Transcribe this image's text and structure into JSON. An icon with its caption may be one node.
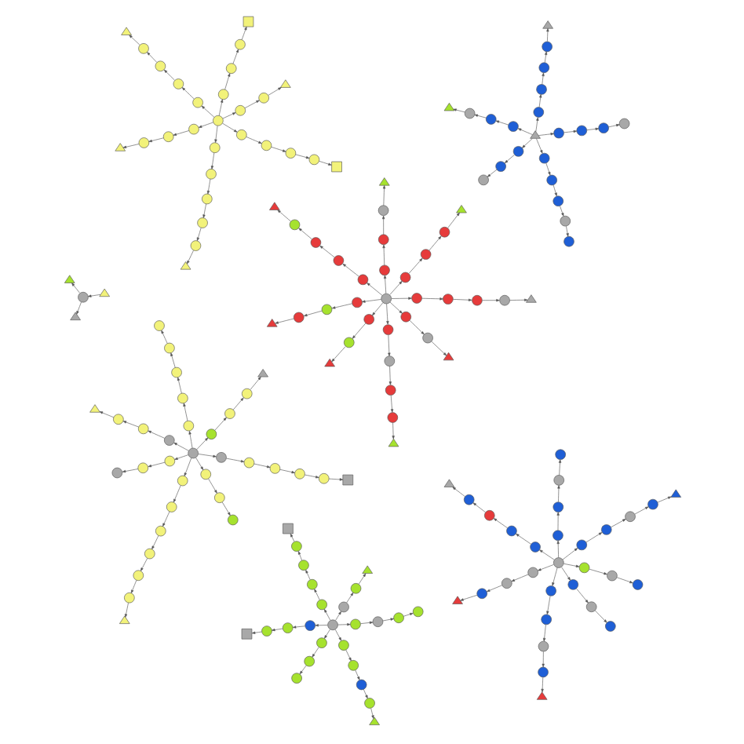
{
  "diagram": {
    "nodes": [
      {
        "text": [],
        "shape": "circle"
      },
      {
        "text": [],
        "shape": "circle"
      },
      {
        "text": [],
        "shape": "circle"
      },
      {
        "text": [],
        "shape": "circle"
      },
      {
        "text": [],
        "shape": "circle"
      },
      {
        "text": [],
        "shape": "triangle"
      },
      {
        "text": [],
        "shape": "circle"
      },
      {
        "text": [],
        "shape": "circle"
      },
      {
        "text": [],
        "shape": "circle"
      },
      {
        "text": [],
        "shape": "circle"
      },
      {
        "text": [],
        "shape": "circle"
      },
      {
        "text": [],
        "shape": "triangle"
      },
      {
        "text": [],
        "shape": "circle"
      },
      {
        "text": [],
        "shape": "circle"
      },
      {
        "text": [],
        "shape": "circle"
      },
      {
        "text": [],
        "shape": "circle"
      },
      {
        "text": [],
        "shape": "box"
      },
      {
        "text": [],
        "shape": "circle"
      },
      {
        "text": [],
        "shape": "circle"
      },
      {
        "text": [],
        "shape": "circle"
      },
      {
        "text": [],
        "shape": "triangle"
      },
      {
        "text": [],
        "shape": "circle"
      },
      {
        "text": [],
        "shape": "circle"
      },
      {
        "text": [],
        "shape": "circle"
      },
      {
        "text": [],
        "shape": "box"
      },
      {
        "text": [],
        "shape": "circle"
      },
      {
        "text": [],
        "shape": "circle"
      },
      {
        "text": [],
        "shape": "triangle"
      },
      {
        "text": [],
        "shape": "circle"
      },
      {
        "text": [],
        "shape": "triangle"
      },
      {
        "text": [],
        "shape": "triangle"
      },
      {
        "text": [],
        "shape": "triangle"
      },
      {
        "text": [],
        "shape": "circle"
      },
      {
        "text": [],
        "shape": "circle"
      },
      {
        "text": [],
        "shape": "circle"
      },
      {
        "text": [],
        "shape": "circle"
      },
      {
        "text": [],
        "shape": "circle"
      },
      {
        "text": [],
        "shape": "triangle"
      },
      {
        "text": [],
        "shape": "circle"
      },
      {
        "text": [],
        "shape": "circle"
      },
      {
        "text": [],
        "shape": "circle"
      },
      {
        "text": [],
        "shape": "circle"
      },
      {
        "text": [],
        "shape": "triangle"
      },
      {
        "text": [],
        "shape": "circle"
      },
      {
        "text": [],
        "shape": "circle"
      },
      {
        "text": [],
        "shape": "circle"
      },
      {
        "text": [],
        "shape": "circle"
      },
      {
        "text": [],
        "shape": "triangle"
      },
      {
        "text": [],
        "shape": "circle"
      },
      {
        "text": [],
        "shape": "circle"
      },
      {
        "text": [],
        "shape": "circle"
      },
      {
        "text": [],
        "shape": "triangle"
      },
      {
        "text": [],
        "shape": "circle"
      },
      {
        "text": [],
        "shape": "circle"
      },
      {
        "text": [],
        "shape": "circle"
      },
      {
        "text": [],
        "shape": "circle"
      },
      {
        "text": [],
        "shape": "circle"
      },
      {
        "text": [],
        "shape": "circle"
      },
      {
        "text": [],
        "shape": "circle"
      },
      {
        "text": [],
        "shape": "circle"
      },
      {
        "text": [],
        "shape": "circle"
      },
      {
        "text": [],
        "shape": "circle"
      },
      {
        "text": [],
        "shape": "triangle"
      },
      {
        "text": [],
        "shape": "circle"
      },
      {
        "text": [],
        "shape": "circle"
      },
      {
        "text": [],
        "shape": "circle"
      },
      {
        "text": [],
        "shape": "circle"
      },
      {
        "text": [],
        "shape": "triangle"
      },
      {
        "text": [],
        "shape": "circle"
      },
      {
        "text": [],
        "shape": "circle"
      },
      {
        "text": [],
        "shape": "circle"
      },
      {
        "text": [],
        "shape": "circle"
      },
      {
        "text": [],
        "shape": "circle"
      },
      {
        "text": [],
        "shape": "circle"
      },
      {
        "text": [],
        "shape": "circle"
      },
      {
        "text": [],
        "shape": "circle"
      },
      {
        "text": [],
        "shape": "circle"
      },
      {
        "text": [],
        "shape": "circle"
      },
      {
        "text": [],
        "shape": "circle"
      },
      {
        "text": [],
        "shape": "circle"
      },
      {
        "text": [],
        "shape": "triangle"
      },
      {
        "text": [],
        "shape": "circle"
      },
      {
        "text": [],
        "shape": "circle"
      },
      {
        "text": [],
        "shape": "circle"
      },
      {
        "text": [],
        "shape": "circle"
      },
      {
        "text": [],
        "shape": "circle"
      },
      {
        "text": [],
        "shape": "circle"
      },
      {
        "text": [],
        "shape": "circle"
      },
      {
        "text": [],
        "shape": "circle"
      },
      {
        "text": [],
        "shape": "circle"
      },
      {
        "text": [],
        "shape": "circle"
      },
      {
        "text": [],
        "shape": "triangle"
      },
      {
        "text": [],
        "shape": "circle"
      },
      {
        "text": [],
        "shape": "circle"
      },
      {
        "text": [],
        "shape": "circle"
      },
      {
        "text": [],
        "shape": "circle"
      },
      {
        "text": [],
        "shape": "circle"
      },
      {
        "text": [],
        "shape": "box"
      },
      {
        "text": [],
        "shape": "circle"
      },
      {
        "text": [],
        "shape": "circle"
      },
      {
        "text": [],
        "shape": "circle"
      },
      {
        "text": [],
        "shape": "circle"
      },
      {
        "text": [],
        "shape": "circle"
      },
      {
        "text": [],
        "shape": "circle"
      },
      {
        "text": [],
        "shape": "circle"
      },
      {
        "text": [],
        "shape": "circle"
      },
      {
        "text": [],
        "shape": "triangle"
      },
      {
        "text": [],
        "shape": "circle"
      },
      {
        "text": [],
        "shape": "circle"
      },
      {
        "text": [],
        "shape": "circle"
      },
      {
        "text": [],
        "shape": "triangle"
      },
      {
        "text": [],
        "shape": "circle"
      },
      {
        "text": [],
        "shape": "circle"
      },
      {
        "text": [],
        "shape": "circle"
      },
      {
        "text": [],
        "shape": "circle"
      },
      {
        "text": [],
        "shape": "circle"
      },
      {
        "text": [],
        "shape": "circle"
      },
      {
        "text": [],
        "shape": "circle"
      },
      {
        "text": [],
        "shape": "circle"
      },
      {
        "text": [],
        "shape": "circle"
      },
      {
        "text": [],
        "shape": "circle"
      },
      {
        "text": [],
        "shape": "circle"
      },
      {
        "text": [],
        "shape": "box"
      },
      {
        "text": [],
        "shape": "circle"
      },
      {
        "text": [],
        "shape": "circle"
      },
      {
        "text": [],
        "shape": "circle"
      },
      {
        "text": [],
        "shape": "circle"
      },
      {
        "text": [],
        "shape": "triangle"
      },
      {
        "text": [],
        "shape": "circle"
      },
      {
        "text": [],
        "shape": "circle"
      },
      {
        "text": [],
        "shape": "circle"
      },
      {
        "text": [],
        "shape": "circle"
      },
      {
        "text": [],
        "shape": "circle"
      },
      {
        "text": [],
        "shape": "circle"
      },
      {
        "text": [],
        "shape": "circle"
      },
      {
        "text": [],
        "shape": "box"
      },
      {
        "text": [],
        "shape": "circle"
      },
      {
        "text": [],
        "shape": "circle"
      },
      {
        "text": [],
        "shape": "circle"
      },
      {
        "text": [],
        "shape": "circle"
      },
      {
        "text": [],
        "shape": "circle"
      },
      {
        "text": [],
        "shape": "triangle"
      },
      {
        "text": [],
        "shape": "circle"
      },
      {
        "text": [],
        "shape": "circle"
      },
      {
        "text": [],
        "shape": "circle"
      },
      {
        "text": [],
        "shape": "circle"
      },
      {
        "text": [],
        "shape": "circle"
      },
      {
        "text": [],
        "shape": "triangle"
      },
      {
        "text": [],
        "shape": "circle"
      },
      {
        "text": [],
        "shape": "circle"
      },
      {
        "text": [],
        "shape": "circle"
      },
      {
        "text": [],
        "shape": "circle"
      },
      {
        "text": [],
        "shape": "triangle"
      },
      {
        "text": [],
        "shape": "circle"
      },
      {
        "text": [],
        "shape": "circle"
      },
      {
        "text": [],
        "shape": "circle"
      },
      {
        "text": [],
        "shape": "circle"
      },
      {
        "text": [],
        "shape": "triangle"
      },
      {
        "text": [],
        "shape": "circle"
      },
      {
        "text": [],
        "shape": "circle"
      },
      {
        "text": [],
        "shape": "circle"
      },
      {
        "text": [],
        "shape": "triangle"
      },
      {
        "text": [],
        "shape": "circle"
      },
      {
        "text": [],
        "shape": "circle"
      },
      {
        "text": [],
        "shape": "circle"
      },
      {
        "text": [],
        "shape": "triangle"
      },
      {
        "text": [],
        "shape": "circle"
      },
      {
        "text": [],
        "shape": "circle"
      },
      {
        "text": [],
        "shape": "circle"
      },
      {
        "text": [],
        "shape": "triangle"
      },
      {
        "text": [],
        "shape": "circle"
      },
      {
        "text": [],
        "shape": "circle"
      },
      {
        "text": [],
        "shape": "triangle"
      },
      {
        "text": [],
        "shape": "circle"
      },
      {
        "text": [],
        "shape": "circle"
      },
      {
        "text": [],
        "shape": "triangle"
      }
    ],
    "edges": [
      {
        "from": 0,
        "to": 1,
        "arrow": "to"
      },
      {
        "from": 1,
        "to": 2,
        "arrow": "to"
      },
      {
        "from": 2,
        "to": 3,
        "arrow": "to"
      },
      {
        "from": 3,
        "to": 4,
        "arrow": "to"
      },
      {
        "from": 4,
        "to": 5,
        "arrow": "to"
      },
      {
        "from": 0,
        "to": 6,
        "arrow": "to"
      },
      {
        "from": 6,
        "to": 7,
        "arrow": "to"
      },
      {
        "from": 7,
        "to": 8,
        "arrow": "to"
      },
      {
        "from": 8,
        "to": 9,
        "arrow": "to"
      },
      {
        "from": 9,
        "to": 10,
        "arrow": "to"
      },
      {
        "from": 10,
        "to": 11,
        "arrow": "to"
      },
      {
        "from": 0,
        "to": 12,
        "arrow": "to"
      },
      {
        "from": 12,
        "to": 13,
        "arrow": "to"
      },
      {
        "from": 13,
        "to": 14,
        "arrow": "to"
      },
      {
        "from": 14,
        "to": 15,
        "arrow": "to"
      },
      {
        "from": 15,
        "to": 16,
        "arrow": "to"
      },
      {
        "from": 0,
        "to": 17,
        "arrow": "to"
      },
      {
        "from": 17,
        "to": 18,
        "arrow": "to"
      },
      {
        "from": 18,
        "to": 19,
        "arrow": "to"
      },
      {
        "from": 19,
        "to": 20,
        "arrow": "to"
      },
      {
        "from": 0,
        "to": 21,
        "arrow": "to"
      },
      {
        "from": 21,
        "to": 22,
        "arrow": "to"
      },
      {
        "from": 22,
        "to": 23,
        "arrow": "to"
      },
      {
        "from": 23,
        "to": 24,
        "arrow": "to"
      },
      {
        "from": 0,
        "to": 25,
        "arrow": "to"
      },
      {
        "from": 25,
        "to": 26,
        "arrow": "to"
      },
      {
        "from": 26,
        "to": 27,
        "arrow": "to"
      },
      {
        "from": 29,
        "to": 28,
        "arrow": "to"
      },
      {
        "from": 28,
        "to": 30,
        "arrow": "to"
      },
      {
        "from": 28,
        "to": 31,
        "arrow": "to"
      },
      {
        "from": 32,
        "to": 33,
        "arrow": "to"
      },
      {
        "from": 33,
        "to": 34,
        "arrow": "to"
      },
      {
        "from": 34,
        "to": 35,
        "arrow": "to"
      },
      {
        "from": 35,
        "to": 36,
        "arrow": "to"
      },
      {
        "from": 36,
        "to": 37,
        "arrow": "to"
      },
      {
        "from": 32,
        "to": 38,
        "arrow": "to"
      },
      {
        "from": 38,
        "to": 39,
        "arrow": "to"
      },
      {
        "from": 39,
        "to": 40,
        "arrow": "to"
      },
      {
        "from": 40,
        "to": 41,
        "arrow": "to"
      },
      {
        "from": 41,
        "to": 42,
        "arrow": "to"
      },
      {
        "from": 32,
        "to": 43,
        "arrow": "to"
      },
      {
        "from": 43,
        "to": 44,
        "arrow": "to"
      },
      {
        "from": 44,
        "to": 45,
        "arrow": "to"
      },
      {
        "from": 45,
        "to": 46,
        "arrow": "to"
      },
      {
        "from": 46,
        "to": 47,
        "arrow": "to"
      },
      {
        "from": 32,
        "to": 48,
        "arrow": "to"
      },
      {
        "from": 48,
        "to": 49,
        "arrow": "to"
      },
      {
        "from": 49,
        "to": 50,
        "arrow": "to"
      },
      {
        "from": 50,
        "to": 51,
        "arrow": "to"
      },
      {
        "from": 32,
        "to": 52,
        "arrow": "to"
      },
      {
        "from": 52,
        "to": 53,
        "arrow": "to"
      },
      {
        "from": 53,
        "to": 54,
        "arrow": "to"
      },
      {
        "from": 54,
        "to": 55,
        "arrow": "to"
      },
      {
        "from": 32,
        "to": 56,
        "arrow": "to"
      },
      {
        "from": 56,
        "to": 57,
        "arrow": "to"
      },
      {
        "from": 57,
        "to": 58,
        "arrow": "to"
      },
      {
        "from": 32,
        "to": 59,
        "arrow": "to"
      },
      {
        "from": 59,
        "to": 60,
        "arrow": "to"
      },
      {
        "from": 60,
        "to": 61,
        "arrow": "to"
      },
      {
        "from": 62,
        "to": 63,
        "arrow": "to"
      },
      {
        "from": 63,
        "to": 64,
        "arrow": "to"
      },
      {
        "from": 64,
        "to": 65,
        "arrow": "to"
      },
      {
        "from": 65,
        "to": 66,
        "arrow": "to"
      },
      {
        "from": 66,
        "to": 67,
        "arrow": "to"
      },
      {
        "from": 62,
        "to": 68,
        "arrow": "to"
      },
      {
        "from": 68,
        "to": 69,
        "arrow": "to"
      },
      {
        "from": 69,
        "to": 70,
        "arrow": "to"
      },
      {
        "from": 70,
        "to": 71,
        "arrow": "to"
      },
      {
        "from": 71,
        "to": 72,
        "arrow": "to"
      },
      {
        "from": 62,
        "to": 73,
        "arrow": "to"
      },
      {
        "from": 73,
        "to": 74,
        "arrow": "to"
      },
      {
        "from": 74,
        "to": 75,
        "arrow": "to"
      },
      {
        "from": 75,
        "to": 76,
        "arrow": "to"
      },
      {
        "from": 62,
        "to": 77,
        "arrow": "to"
      },
      {
        "from": 77,
        "to": 78,
        "arrow": "to"
      },
      {
        "from": 78,
        "to": 79,
        "arrow": "to"
      },
      {
        "from": 79,
        "to": 80,
        "arrow": "to"
      },
      {
        "from": 62,
        "to": 81,
        "arrow": "to"
      },
      {
        "from": 81,
        "to": 82,
        "arrow": "to"
      },
      {
        "from": 82,
        "to": 83,
        "arrow": "to"
      },
      {
        "from": 84,
        "to": 85,
        "arrow": "to"
      },
      {
        "from": 85,
        "to": 86,
        "arrow": "to"
      },
      {
        "from": 86,
        "to": 87,
        "arrow": "to"
      },
      {
        "from": 87,
        "to": 88,
        "arrow": "to"
      },
      {
        "from": 88,
        "to": 89,
        "arrow": "to"
      },
      {
        "from": 89,
        "to": 90,
        "arrow": "to"
      },
      {
        "from": 90,
        "to": 91,
        "arrow": "to"
      },
      {
        "from": 84,
        "to": 92,
        "arrow": "to"
      },
      {
        "from": 92,
        "to": 93,
        "arrow": "to"
      },
      {
        "from": 93,
        "to": 94,
        "arrow": "to"
      },
      {
        "from": 94,
        "to": 95,
        "arrow": "to"
      },
      {
        "from": 95,
        "to": 96,
        "arrow": "to"
      },
      {
        "from": 96,
        "to": 97,
        "arrow": "to"
      },
      {
        "from": 84,
        "to": 98,
        "arrow": "to"
      },
      {
        "from": 98,
        "to": 99,
        "arrow": "to"
      },
      {
        "from": 99,
        "to": 100,
        "arrow": "to"
      },
      {
        "from": 100,
        "to": 101,
        "arrow": "to"
      },
      {
        "from": 101,
        "to": 102,
        "arrow": "to"
      },
      {
        "from": 84,
        "to": 103,
        "arrow": "to"
      },
      {
        "from": 103,
        "to": 104,
        "arrow": "to"
      },
      {
        "from": 104,
        "to": 105,
        "arrow": "to"
      },
      {
        "from": 105,
        "to": 106,
        "arrow": "to"
      },
      {
        "from": 84,
        "to": 107,
        "arrow": "to"
      },
      {
        "from": 107,
        "to": 108,
        "arrow": "to"
      },
      {
        "from": 108,
        "to": 109,
        "arrow": "to"
      },
      {
        "from": 109,
        "to": 110,
        "arrow": "to"
      },
      {
        "from": 84,
        "to": 111,
        "arrow": "to"
      },
      {
        "from": 111,
        "to": 112,
        "arrow": "to"
      },
      {
        "from": 112,
        "to": 113,
        "arrow": "to"
      },
      {
        "from": 84,
        "to": 114,
        "arrow": "to"
      },
      {
        "from": 114,
        "to": 115,
        "arrow": "to"
      },
      {
        "from": 115,
        "to": 116,
        "arrow": "to"
      },
      {
        "from": 117,
        "to": 118,
        "arrow": "to"
      },
      {
        "from": 118,
        "to": 119,
        "arrow": "to"
      },
      {
        "from": 119,
        "to": 120,
        "arrow": "to"
      },
      {
        "from": 120,
        "to": 121,
        "arrow": "to"
      },
      {
        "from": 121,
        "to": 122,
        "arrow": "to"
      },
      {
        "from": 117,
        "to": 123,
        "arrow": "to"
      },
      {
        "from": 123,
        "to": 124,
        "arrow": "to"
      },
      {
        "from": 124,
        "to": 125,
        "arrow": "to"
      },
      {
        "from": 125,
        "to": 126,
        "arrow": "to"
      },
      {
        "from": 126,
        "to": 127,
        "arrow": "to"
      },
      {
        "from": 117,
        "to": 128,
        "arrow": "to"
      },
      {
        "from": 128,
        "to": 129,
        "arrow": "to"
      },
      {
        "from": 129,
        "to": 130,
        "arrow": "to"
      },
      {
        "from": 130,
        "to": 131,
        "arrow": "to"
      },
      {
        "from": 117,
        "to": 132,
        "arrow": "to"
      },
      {
        "from": 132,
        "to": 133,
        "arrow": "to"
      },
      {
        "from": 133,
        "to": 134,
        "arrow": "to"
      },
      {
        "from": 134,
        "to": 135,
        "arrow": "to"
      },
      {
        "from": 117,
        "to": 136,
        "arrow": "to"
      },
      {
        "from": 136,
        "to": 137,
        "arrow": "to"
      },
      {
        "from": 137,
        "to": 138,
        "arrow": "to"
      },
      {
        "from": 117,
        "to": 139,
        "arrow": "to"
      },
      {
        "from": 139,
        "to": 140,
        "arrow": "to"
      },
      {
        "from": 140,
        "to": 141,
        "arrow": "to"
      },
      {
        "from": 142,
        "to": 143,
        "arrow": "to"
      },
      {
        "from": 143,
        "to": 144,
        "arrow": "to"
      },
      {
        "from": 144,
        "to": 145,
        "arrow": "to"
      },
      {
        "from": 145,
        "to": 146,
        "arrow": "to"
      },
      {
        "from": 146,
        "to": 147,
        "arrow": "to"
      },
      {
        "from": 142,
        "to": 148,
        "arrow": "to"
      },
      {
        "from": 148,
        "to": 149,
        "arrow": "to"
      },
      {
        "from": 149,
        "to": 150,
        "arrow": "to"
      },
      {
        "from": 150,
        "to": 151,
        "arrow": "to"
      },
      {
        "from": 151,
        "to": 152,
        "arrow": "to"
      },
      {
        "from": 142,
        "to": 153,
        "arrow": "to"
      },
      {
        "from": 153,
        "to": 154,
        "arrow": "to"
      },
      {
        "from": 154,
        "to": 155,
        "arrow": "to"
      },
      {
        "from": 155,
        "to": 156,
        "arrow": "to"
      },
      {
        "from": 156,
        "to": 157,
        "arrow": "to"
      },
      {
        "from": 142,
        "to": 158,
        "arrow": "to"
      },
      {
        "from": 158,
        "to": 159,
        "arrow": "to"
      },
      {
        "from": 159,
        "to": 160,
        "arrow": "to"
      },
      {
        "from": 160,
        "to": 161,
        "arrow": "to"
      },
      {
        "from": 142,
        "to": 162,
        "arrow": "to"
      },
      {
        "from": 162,
        "to": 163,
        "arrow": "to"
      },
      {
        "from": 163,
        "to": 164,
        "arrow": "to"
      },
      {
        "from": 164,
        "to": 165,
        "arrow": "to"
      },
      {
        "from": 142,
        "to": 166,
        "arrow": "to"
      },
      {
        "from": 166,
        "to": 167,
        "arrow": "to"
      },
      {
        "from": 167,
        "to": 168,
        "arrow": "to"
      },
      {
        "from": 168,
        "to": 169,
        "arrow": "to"
      },
      {
        "from": 142,
        "to": 170,
        "arrow": "to"
      },
      {
        "from": 170,
        "to": 171,
        "arrow": "to"
      },
      {
        "from": 171,
        "to": 172,
        "arrow": "to"
      },
      {
        "from": 142,
        "to": 173,
        "arrow": "to"
      },
      {
        "from": 173,
        "to": 174,
        "arrow": "to"
      },
      {
        "from": 174,
        "to": 175,
        "arrow": "to"
      }
    ]
  }
}
